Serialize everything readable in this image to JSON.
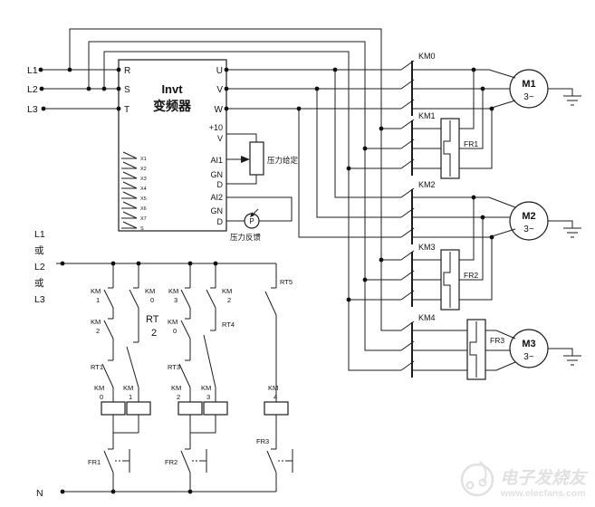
{
  "power": {
    "l1": "L1",
    "l2": "L2",
    "l3": "L3"
  },
  "inverter": {
    "brand": "Invt",
    "type_label": "变频器",
    "terminals_left": [
      "R",
      "S",
      "T"
    ],
    "terminals_right": [
      "U",
      "V",
      "W",
      "+10",
      "V",
      "AI1",
      "GN",
      "D",
      "AI2",
      "GN",
      "D"
    ],
    "digital_inputs": [
      "X1",
      "X2",
      "X3",
      "X4",
      "X5",
      "X6",
      "X7",
      "S"
    ]
  },
  "analog": {
    "pot_label": "压力给定",
    "sensor_label": "压力反馈",
    "sensor_symbol": "P"
  },
  "contactors": [
    "KM0",
    "KM1",
    "KM2",
    "KM3",
    "KM4"
  ],
  "relays": [
    "FR1",
    "FR2",
    "FR3"
  ],
  "motors": [
    {
      "name": "M1",
      "phases": "3~"
    },
    {
      "name": "M2",
      "phases": "3~"
    },
    {
      "name": "M3",
      "phases": "3~"
    }
  ],
  "control": {
    "source": [
      "L1",
      "或",
      "L2",
      "或",
      "L3"
    ],
    "neutral": "N",
    "branch1": {
      "c1": [
        "KM",
        "1"
      ],
      "c2": [
        "KM",
        "2"
      ],
      "c3": "RT1",
      "coil": [
        "KM",
        "0"
      ]
    },
    "branch2": {
      "c1": [
        "KM",
        "0"
      ],
      "c2": [
        "RT",
        "2"
      ],
      "coil": [
        "KM",
        "1"
      ]
    },
    "branch3": {
      "c1": [
        "KM",
        "3"
      ],
      "c2": [
        "KM",
        "0"
      ],
      "c3": "RT3",
      "coil": [
        "KM",
        "2"
      ]
    },
    "branch4": {
      "c1": [
        "KM",
        "2"
      ],
      "c2": "RT4",
      "coil": [
        "KM",
        "3"
      ]
    },
    "branch5": {
      "c1": "RT5",
      "coil": [
        "KM",
        "4"
      ]
    },
    "fr_contacts": [
      "FR1",
      "FR2",
      "FR3"
    ]
  },
  "watermark": {
    "brand": "电子发烧友",
    "url": "www.elecfans.com"
  }
}
